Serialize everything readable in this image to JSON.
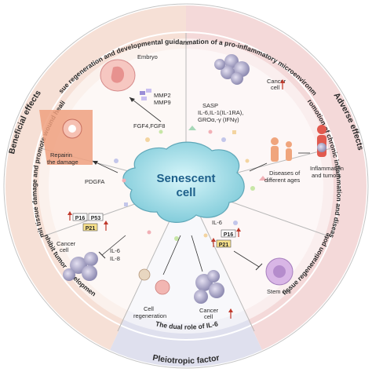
{
  "diagram": {
    "center": {
      "line1": "Senescent",
      "line2": "cell"
    },
    "outer": {
      "beneficial": "Beneficial effects",
      "adverse": "Adverse effects",
      "pleiotropic": "Pleiotropic factor"
    },
    "ring": {
      "tissue_regen": "Tissue regeneration and developmental guidance",
      "pro_inflam": "Formation of a pro-inflammatory microenvironment",
      "limit_damage": "Limit tissue damage and promote wound healing",
      "chronic_inflam": "Promotion of chronic inflammation and disease",
      "inhibit_tumor": "Inhibit tumor development",
      "limit_regen": "Limit tissue regeneration potential",
      "dual_il6": "The dual role of IL-6"
    },
    "labels": {
      "embryo": "Embryo",
      "mmp2": "MMP2",
      "mmp9": "MMP9",
      "fgf": "FGF4,FGF8",
      "sasp": "SASP",
      "sasp_1": "IL-6,IL-1(IL-1RA),",
      "sasp_2": "GROα,-γ (IFNγ)",
      "cancer_cell_top": "Cancer",
      "cancer_cell_top2": "cell",
      "repair_1": "Repairin",
      "repair_2": "the damage",
      "pdgfa": "PDGFA",
      "diseases_1": "Diseases of",
      "diseases_2": "different ages",
      "inflam_1": "Inflammation",
      "inflam_2": "and tumors",
      "p16_left": "P16",
      "p53_left": "P53",
      "p21_left": "P21",
      "il6_left": "IL-6",
      "il8_left": "IL-8",
      "cancer_cell_left1": "Cancer",
      "cancer_cell_left2": "cell",
      "il6_right": "IL-6",
      "p16_right": "P16",
      "p21_right": "P21",
      "stem_cell": "Stem cell",
      "cell_regen_1": "Cell",
      "cell_regen_2": "regeneration",
      "cancer_cell_bottom1": "Cancer",
      "cancer_cell_bottom2": "cell"
    },
    "colors": {
      "beneficial_bg": "#f6e0d6",
      "adverse_bg": "#f4d9d9",
      "pleiotropic_bg": "#dfe0ee",
      "center_cell": "#9fdfe8",
      "red_arrow": "#c0392b"
    }
  }
}
